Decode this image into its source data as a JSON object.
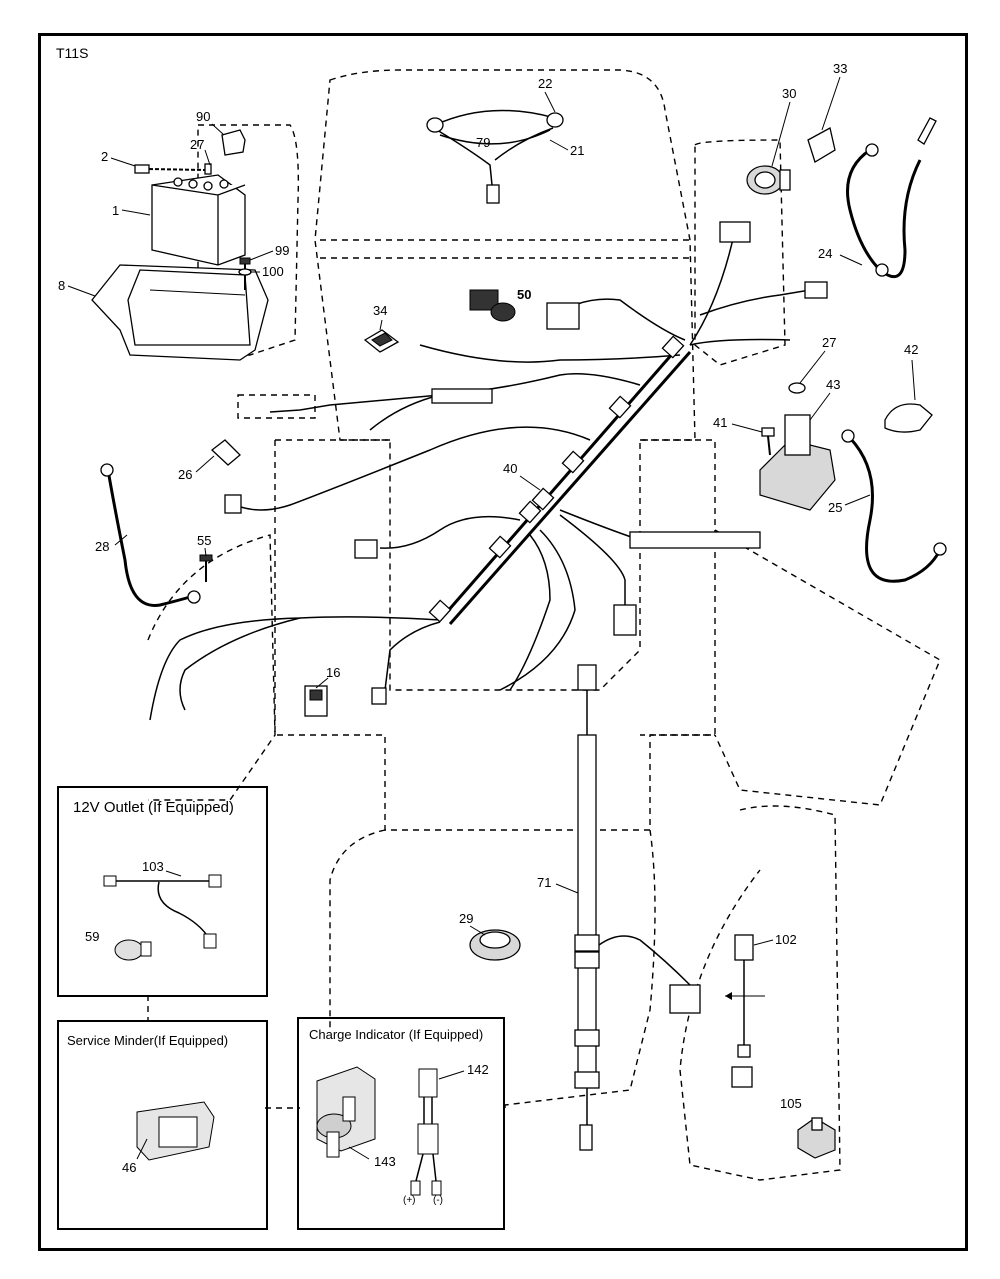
{
  "diagram_code": "T11S",
  "parts": {
    "p1": "1",
    "p2": "2",
    "p8": "8",
    "p16": "16",
    "p21": "21",
    "p22": "22",
    "p24": "24",
    "p25": "25",
    "p26": "26",
    "p27a": "27",
    "p27b": "27",
    "p28": "28",
    "p29": "29",
    "p30": "30",
    "p33": "33",
    "p34": "34",
    "p40": "40",
    "p41": "41",
    "p42": "42",
    "p43": "43",
    "p46": "46",
    "p50": "50",
    "p55": "55",
    "p59": "59",
    "p71": "71",
    "p79": "79",
    "p90": "90",
    "p99": "99",
    "p100": "100",
    "p102": "102",
    "p103": "103",
    "p105": "105",
    "p142": "142",
    "p143": "143"
  },
  "boxes": {
    "outlet_title": "12V Outlet (If Equipped)",
    "minder_title": "Service Minder(If Equipped)",
    "charge_title": "Charge Indicator (If Equipped)",
    "plus": "(+)",
    "minus": "(-)"
  }
}
